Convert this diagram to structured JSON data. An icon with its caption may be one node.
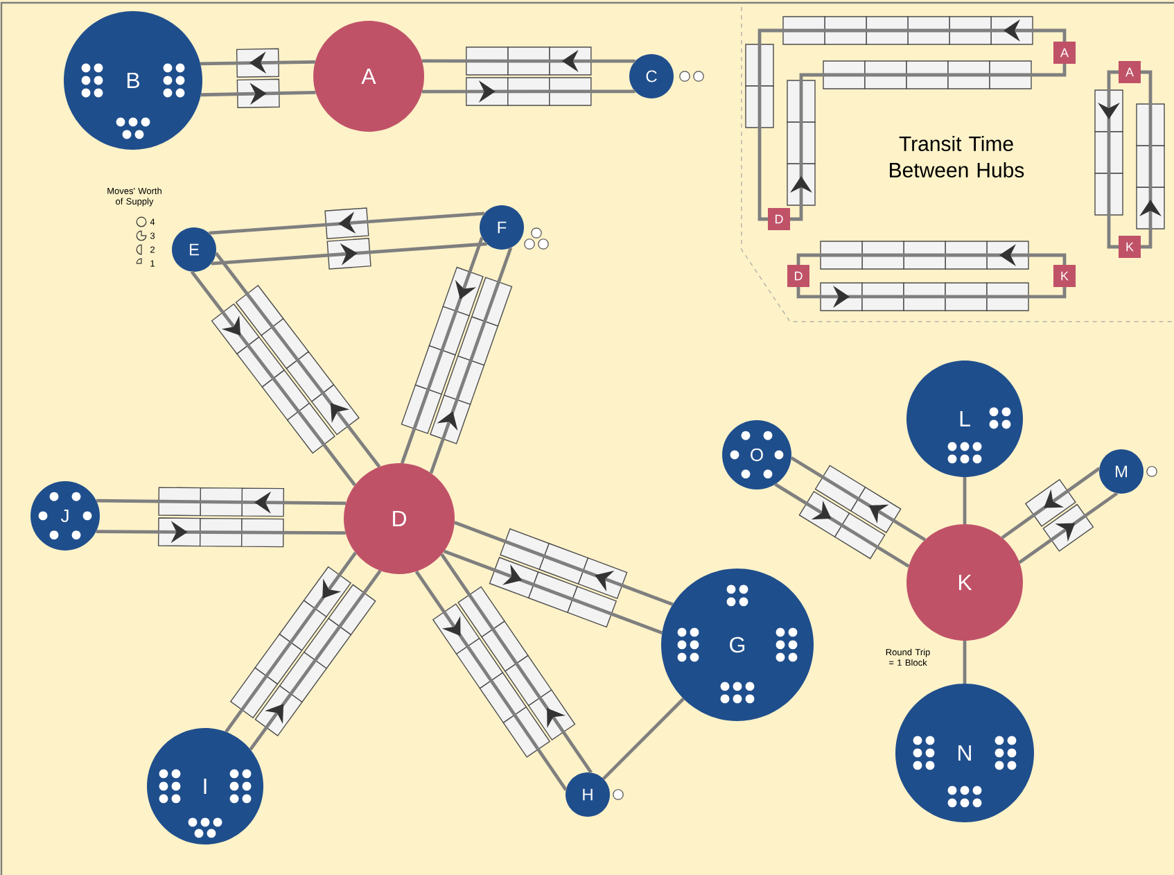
{
  "diagram": {
    "title": "Transit Time Between Hubs",
    "nodes": [
      {
        "text": [
          "B"
        ]
      },
      {
        "text": [
          "A"
        ]
      },
      {
        "text": [
          "C"
        ]
      },
      {
        "text": [
          "A"
        ]
      },
      {
        "text": [
          "D"
        ]
      },
      {
        "text": [
          "A"
        ]
      },
      {
        "text": [
          "K"
        ]
      },
      {
        "text": [
          "D"
        ]
      },
      {
        "text": [
          "K"
        ]
      },
      {
        "text": [
          "E"
        ]
      },
      {
        "text": [
          "F"
        ]
      },
      {
        "text": [
          "D"
        ]
      },
      {
        "text": [
          "O"
        ]
      },
      {
        "text": [
          "L"
        ]
      },
      {
        "text": [
          "M"
        ]
      },
      {
        "text": [
          "J"
        ]
      },
      {
        "text": [
          "K"
        ]
      },
      {
        "text": [
          "G"
        ]
      },
      {
        "text": [
          "I"
        ]
      },
      {
        "text": [
          "H"
        ]
      },
      {
        "text": [
          "N"
        ]
      }
    ],
    "edges": [
      {
        "from": 1,
        "to": 0,
        "arrow": "to"
      },
      {
        "from": 0,
        "to": 1,
        "arrow": "to"
      },
      {
        "from": 2,
        "to": 1,
        "arrow": "to"
      },
      {
        "from": 1,
        "to": 2,
        "arrow": "to"
      },
      {
        "from": 3,
        "to": 4,
        "arrow": "to"
      },
      {
        "from": 4,
        "to": 3,
        "arrow": "to"
      },
      {
        "from": 5,
        "to": 6,
        "arrow": "to"
      },
      {
        "from": 6,
        "to": 5,
        "arrow": "to"
      },
      {
        "from": 8,
        "to": 7,
        "arrow": "to"
      },
      {
        "from": 7,
        "to": 8,
        "arrow": "to"
      },
      {
        "from": 10,
        "to": 9,
        "arrow": "to"
      },
      {
        "from": 9,
        "to": 10,
        "arrow": "to"
      },
      {
        "from": 9,
        "to": 11,
        "arrow": "to"
      },
      {
        "from": 11,
        "to": 9,
        "arrow": "to"
      },
      {
        "from": 10,
        "to": 11,
        "arrow": "to"
      },
      {
        "from": 11,
        "to": 10,
        "arrow": "to"
      },
      {
        "from": 11,
        "to": 15,
        "arrow": "to"
      },
      {
        "from": 15,
        "to": 11,
        "arrow": "to"
      },
      {
        "from": 11,
        "to": 17,
        "arrow": "to"
      },
      {
        "from": 17,
        "to": 11,
        "arrow": "to"
      },
      {
        "from": 11,
        "to": 18,
        "arrow": "to"
      },
      {
        "from": 18,
        "to": 11,
        "arrow": "to"
      },
      {
        "from": 11,
        "to": 19,
        "arrow": "to"
      },
      {
        "from": 19,
        "to": 11,
        "arrow": "to"
      },
      {
        "from": 17,
        "to": 19,
        "arrow": "none"
      },
      {
        "from": 12,
        "to": 16,
        "arrow": "to"
      },
      {
        "from": 16,
        "to": 12,
        "arrow": "to"
      },
      {
        "from": 14,
        "to": 16,
        "arrow": "to"
      },
      {
        "from": 16,
        "to": 14,
        "arrow": "to"
      },
      {
        "from": 16,
        "to": 13,
        "arrow": "none"
      },
      {
        "from": 16,
        "to": 20,
        "arrow": "none"
      }
    ],
    "labels": [
      "Moves' Worth of Supply",
      "Round Trip = 1 Block"
    ],
    "legend": [
      {
        "text": "4"
      },
      {
        "text": "3"
      },
      {
        "text": "2"
      },
      {
        "text": "1"
      }
    ]
  }
}
